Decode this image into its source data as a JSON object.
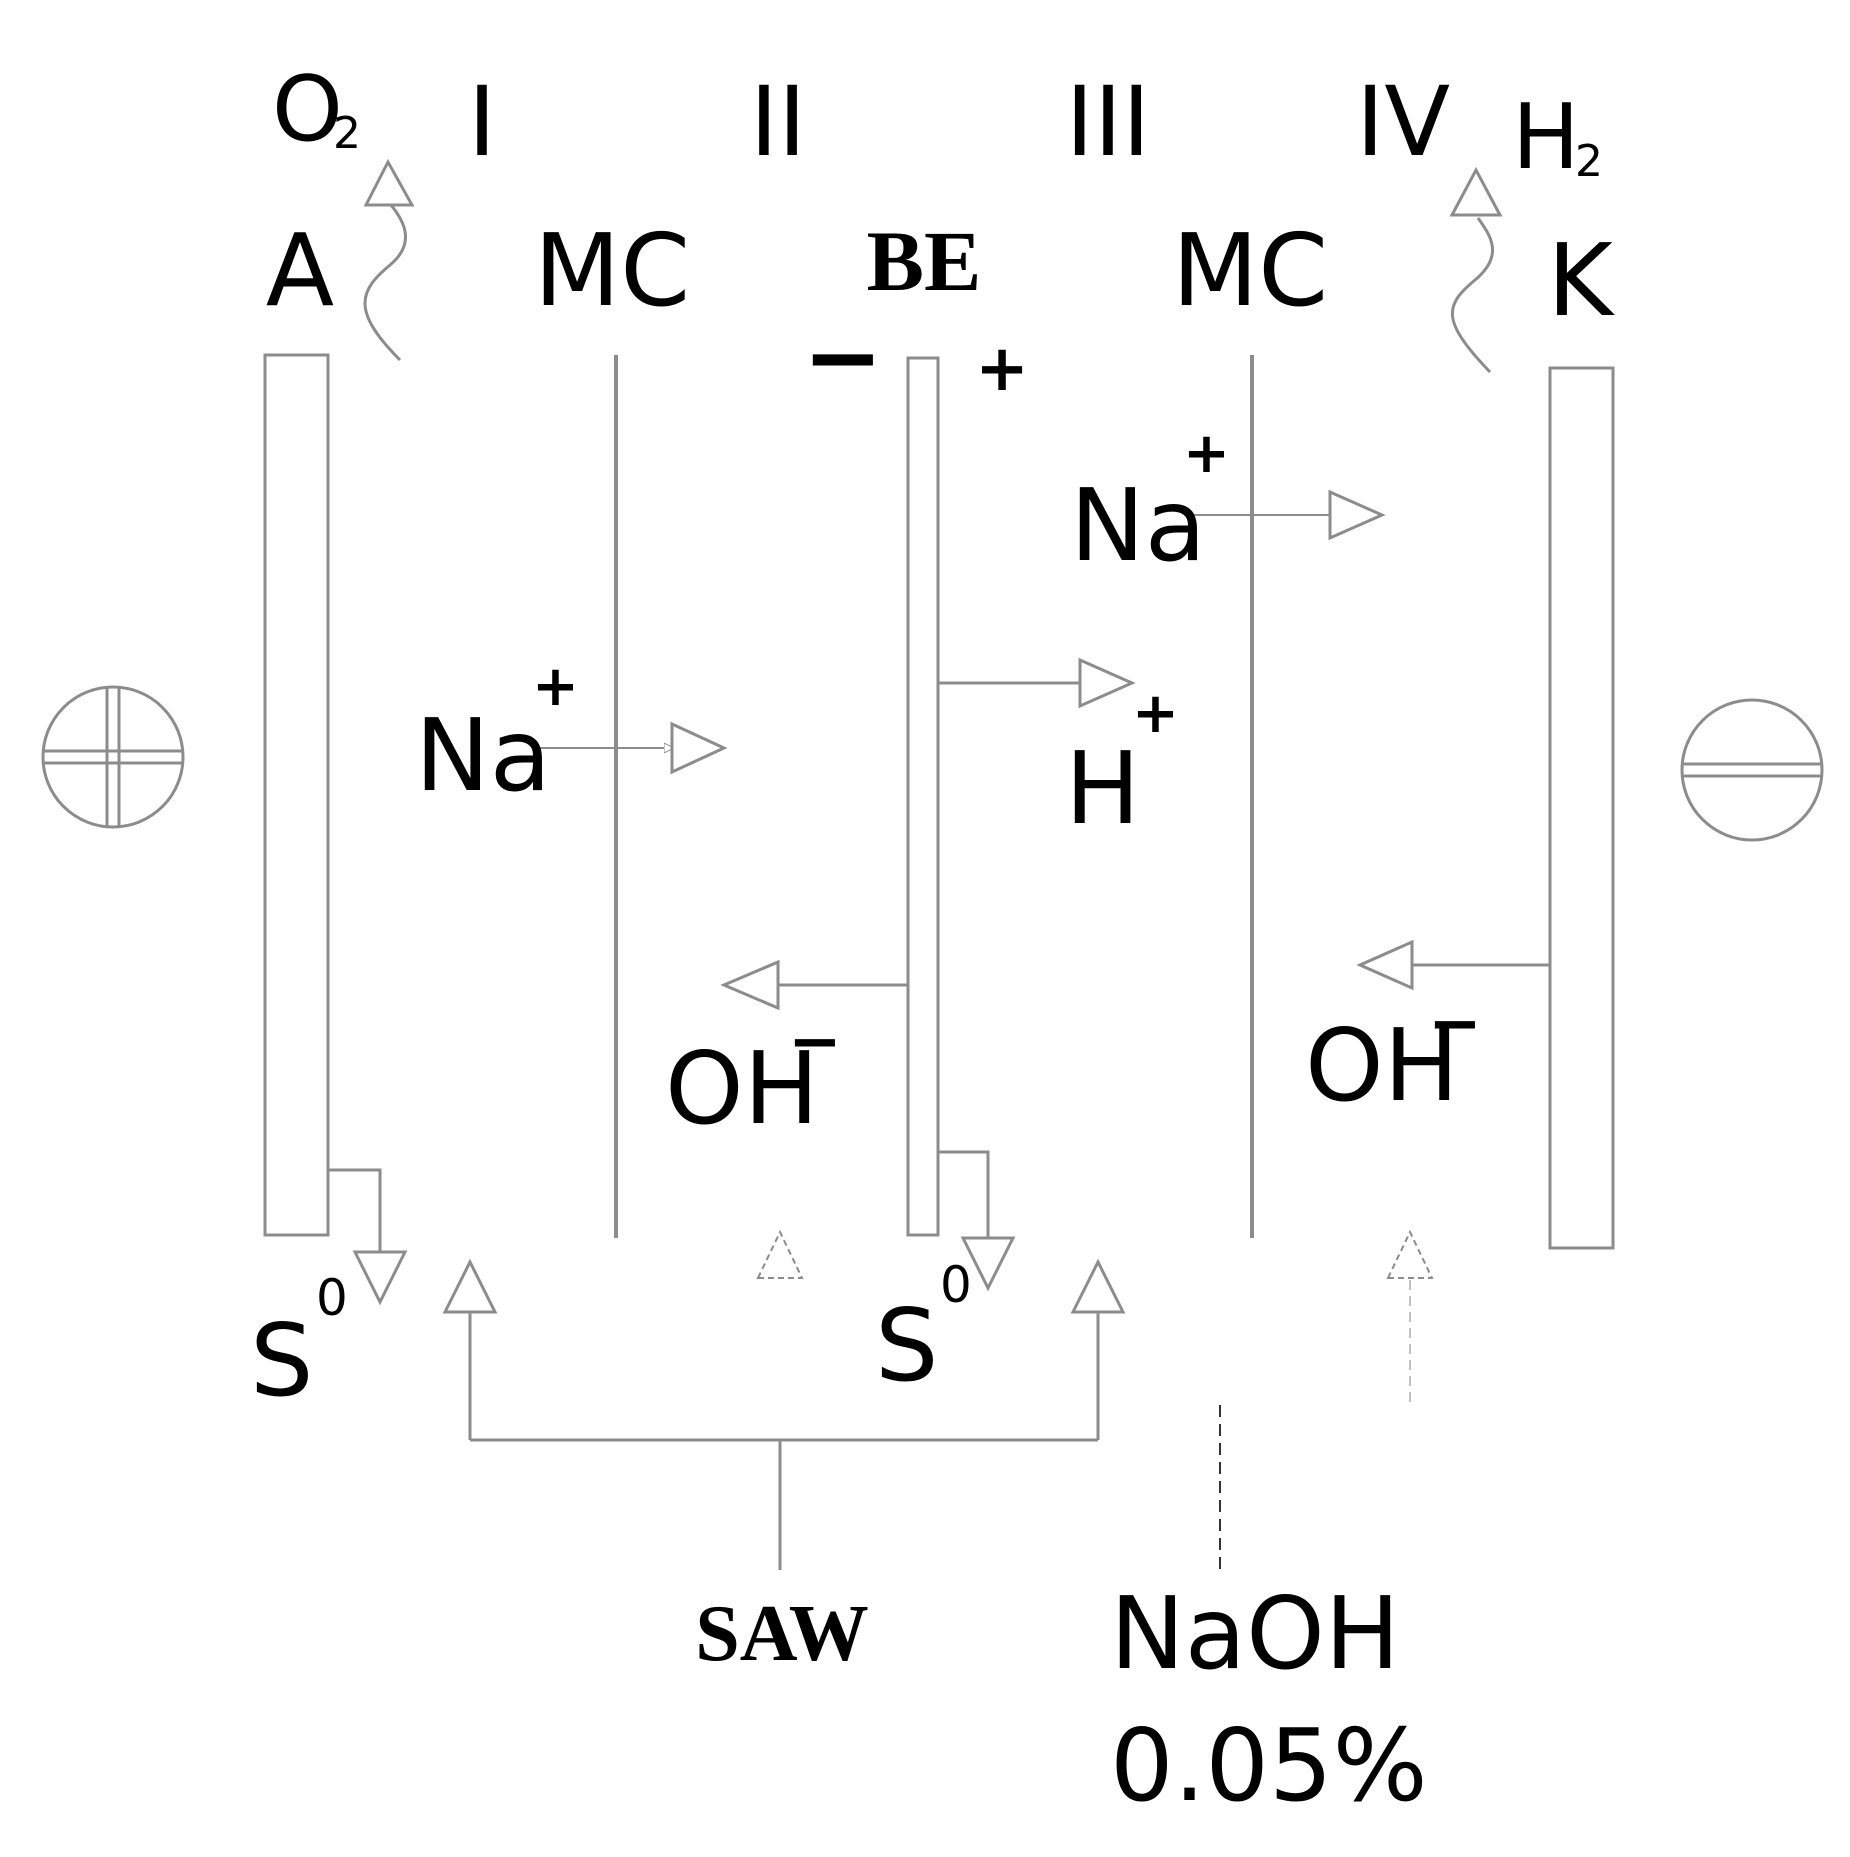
{
  "colors": {
    "line": "#8c8c8c",
    "text": "#000000",
    "background": "#ffffff"
  },
  "compartments": [
    "I",
    "II",
    "III",
    "IV"
  ],
  "gases": {
    "anode": {
      "base": "O",
      "sub": "2"
    },
    "cathode": {
      "base": "H",
      "sub": "2"
    }
  },
  "electrodes": {
    "anode": "A",
    "membrane_left": "MC",
    "bipolar": "BE",
    "membrane_right": "MC",
    "cathode": "K"
  },
  "bipolar_polarity": {
    "minus": "−",
    "plus": "+"
  },
  "ions": {
    "na_left": {
      "base": "Na",
      "sup": "+"
    },
    "na_right": {
      "base": "Na",
      "sup": "+"
    },
    "h_plus": {
      "base": "H",
      "sup": "+"
    },
    "oh_left": {
      "base": "OH",
      "sup": "−"
    },
    "oh_right": {
      "base": "OH",
      "sup": "−"
    }
  },
  "sulfur": {
    "left": {
      "base": "S",
      "sup": "0"
    },
    "right": {
      "base": "S",
      "sup": "0"
    }
  },
  "inputs": {
    "saw": "SAW",
    "naoh": "NaOH",
    "naoh_conc": "0.05%"
  },
  "terminals": {
    "positive": "plus-terminal-icon",
    "negative": "minus-terminal-icon"
  }
}
